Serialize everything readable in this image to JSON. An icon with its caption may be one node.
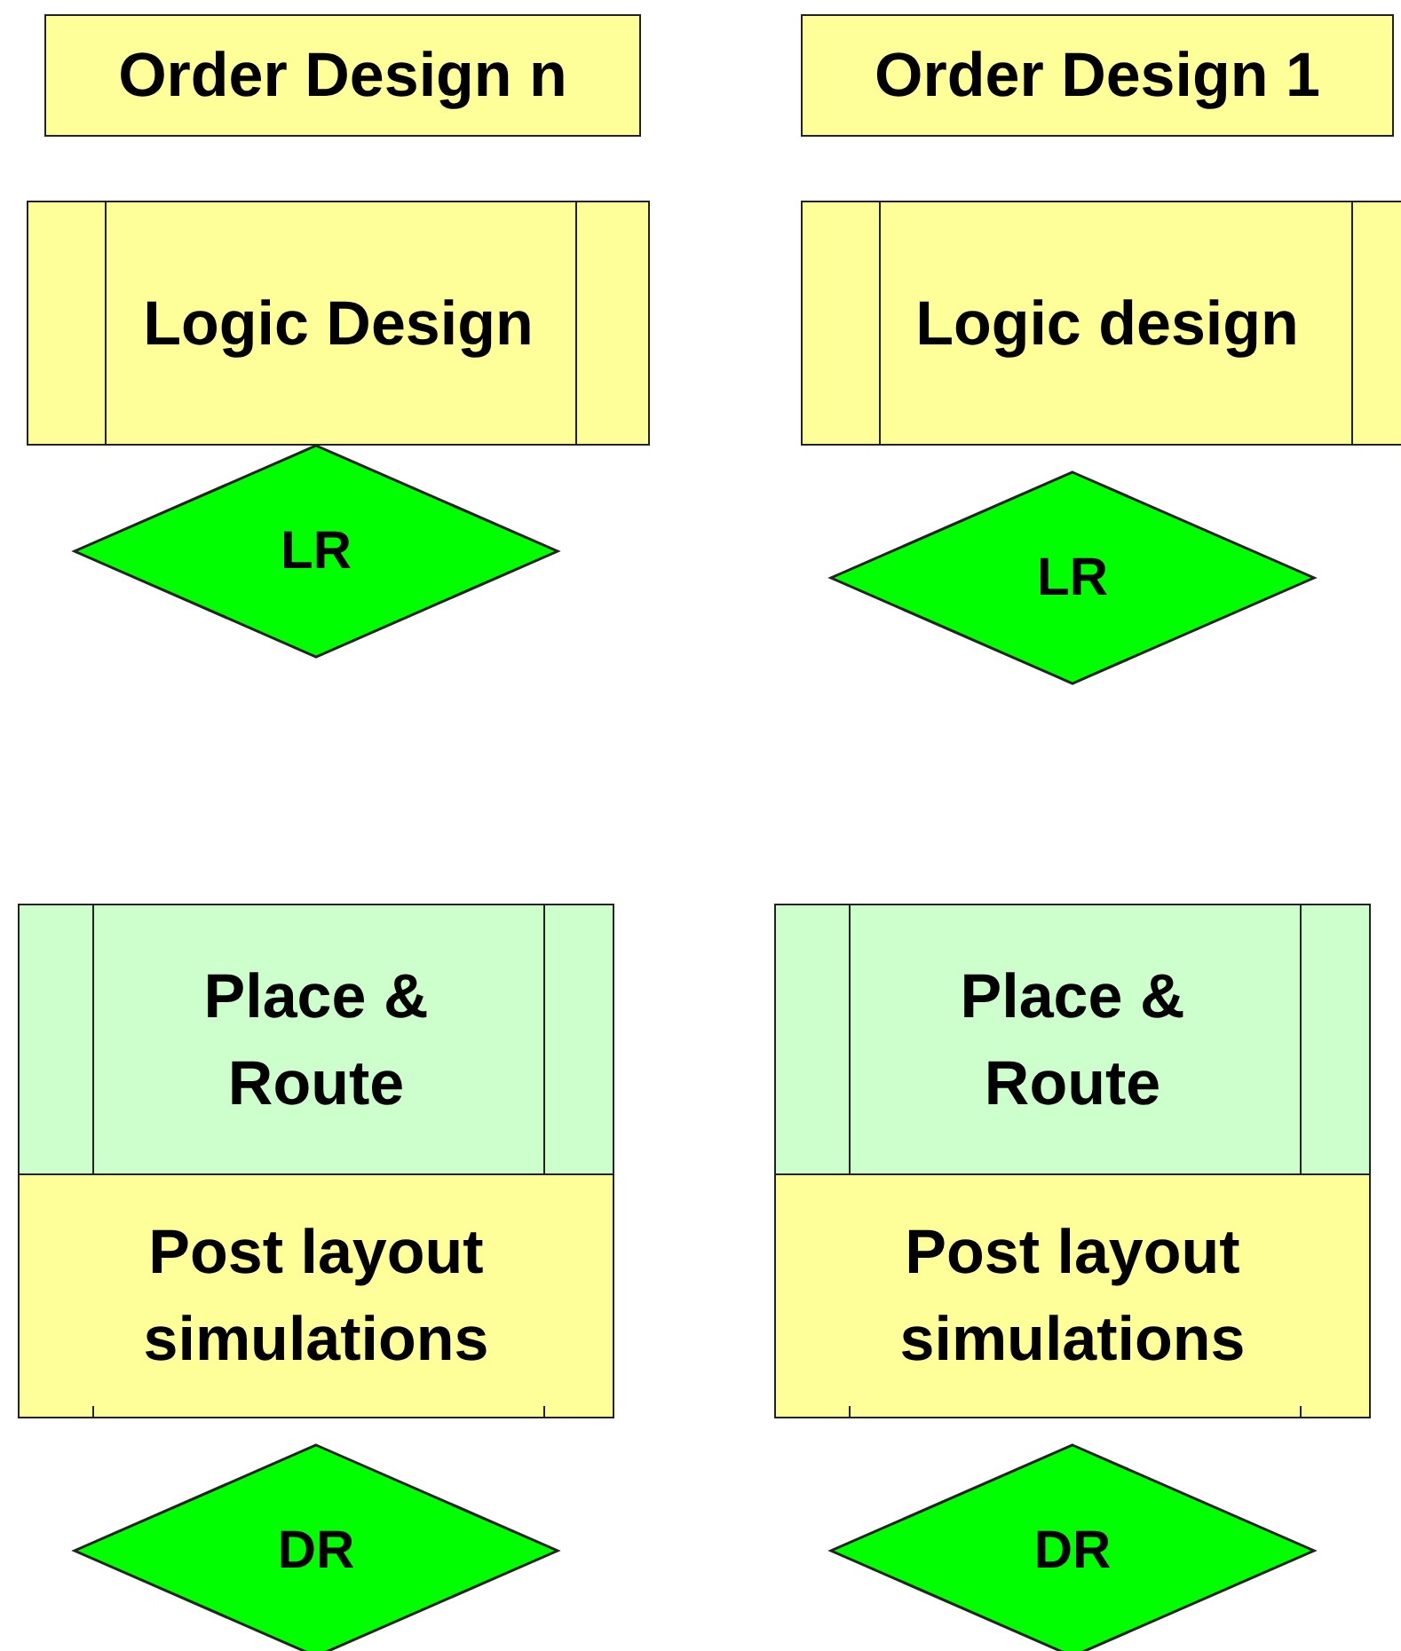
{
  "diagram": {
    "nodes": [
      {
        "text": [
          "Order Design n"
        ]
      },
      {
        "text": [
          "Order Design 1"
        ]
      },
      {
        "text": [
          "Logic Design"
        ]
      },
      {
        "text": [
          "Logic design"
        ]
      },
      {
        "text": [
          "LR"
        ]
      },
      {
        "text": [
          "LR"
        ]
      },
      {
        "text": [
          "Place & Route"
        ]
      },
      {
        "text": [
          "Post layout simulations"
        ]
      },
      {
        "text": [
          "Place & Route"
        ]
      },
      {
        "text": [
          "Post layout simulations"
        ]
      },
      {
        "text": [
          "DR"
        ]
      },
      {
        "text": [
          "DR"
        ]
      }
    ]
  }
}
